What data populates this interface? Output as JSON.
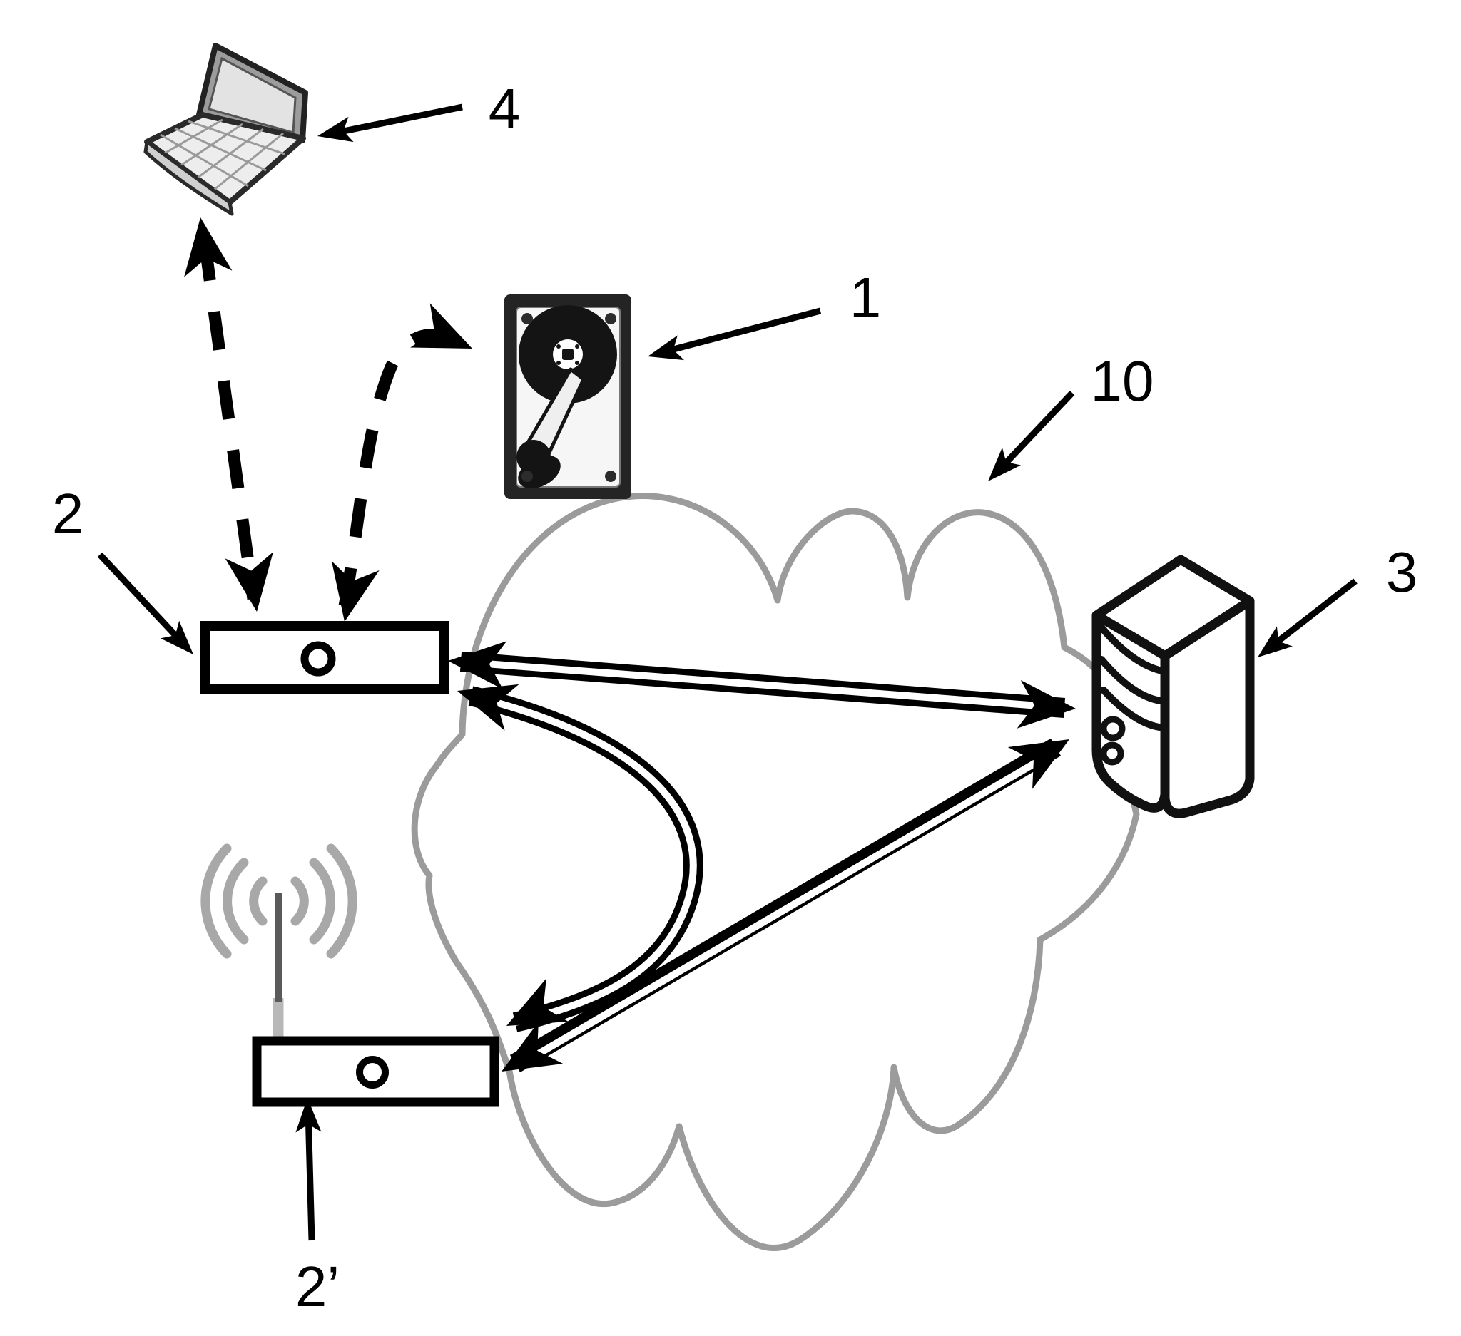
{
  "diagram": {
    "type": "patent-network-figure",
    "colors": {
      "background": "#ffffff",
      "ink": "#000000",
      "cloud": "#9b9b9b",
      "soft_gray": "#a8a8a8"
    },
    "labels": {
      "disk": "1",
      "router": "2",
      "router_wireless": "2’",
      "server": "3",
      "laptop": "4",
      "network": "10"
    },
    "nodes": [
      {
        "id": "laptop",
        "icon": "laptop-icon",
        "label": "4"
      },
      {
        "id": "disk",
        "icon": "hard-disk-icon",
        "label": "1"
      },
      {
        "id": "router",
        "icon": "router-box-icon",
        "label": "2"
      },
      {
        "id": "router_wireless",
        "icon": "wireless-router-icon",
        "label": "2’"
      },
      {
        "id": "server",
        "icon": "server-tower-icon",
        "label": "3"
      },
      {
        "id": "network",
        "icon": "cloud-icon",
        "label": "10"
      }
    ],
    "connections": [
      {
        "from": "router",
        "to": "laptop",
        "style": "dashed",
        "bidirectional": true
      },
      {
        "from": "router",
        "to": "disk",
        "style": "dashed-curved",
        "bidirectional": true
      },
      {
        "from": "router",
        "to": "server",
        "style": "double-line",
        "bidirectional": true
      },
      {
        "from": "router",
        "to": "network-edge",
        "style": "double-line-curved",
        "bidirectional": true
      },
      {
        "from": "server",
        "to": "router_wireless",
        "style": "double-line",
        "bidirectional": true
      }
    ]
  }
}
